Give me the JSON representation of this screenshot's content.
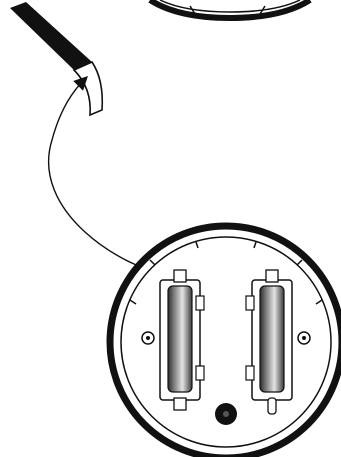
{
  "diagram": {
    "subject": "battery-installation-illustration",
    "components": {
      "top_device_edge": "round-device-rim",
      "pull_tab": "battery-pull-tab",
      "removal_arrow": "curved-arrow",
      "battery_compartment": "round-battery-compartment",
      "batteries": [
        "battery-left",
        "battery-right"
      ],
      "screw_holes": [
        "screw-hole-left",
        "screw-hole-right"
      ],
      "center_hole": "center-hole"
    },
    "colors": {
      "outline": "#111111",
      "battery_dark": "#3a3a3a",
      "battery_light": "#e0e0e0",
      "background": "#ffffff"
    }
  }
}
